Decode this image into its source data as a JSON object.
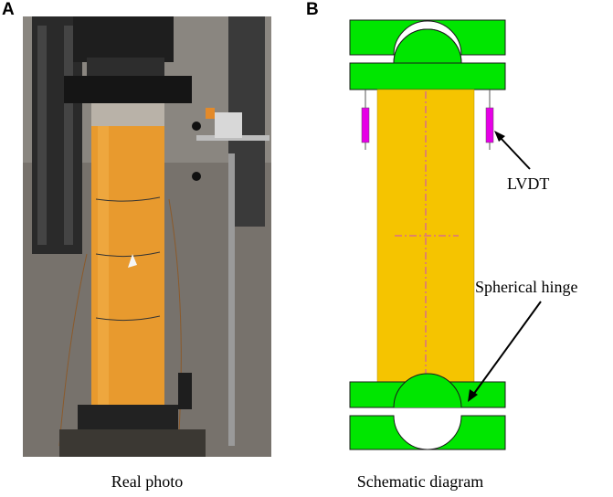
{
  "panels": {
    "a": {
      "letter": "A",
      "caption": "Real photo"
    },
    "b": {
      "letter": "B",
      "caption": "Schematic diagram"
    }
  },
  "annotations": {
    "lvdt": "LVDT",
    "hinge": "Spherical hinge"
  },
  "colors": {
    "plate": "#00e600",
    "column": "#f5c400",
    "lvdt": "#e600e6",
    "centerline": "#cc44cc",
    "photo_column": "#e89a2e",
    "photo_bg": "#6e6a66"
  }
}
